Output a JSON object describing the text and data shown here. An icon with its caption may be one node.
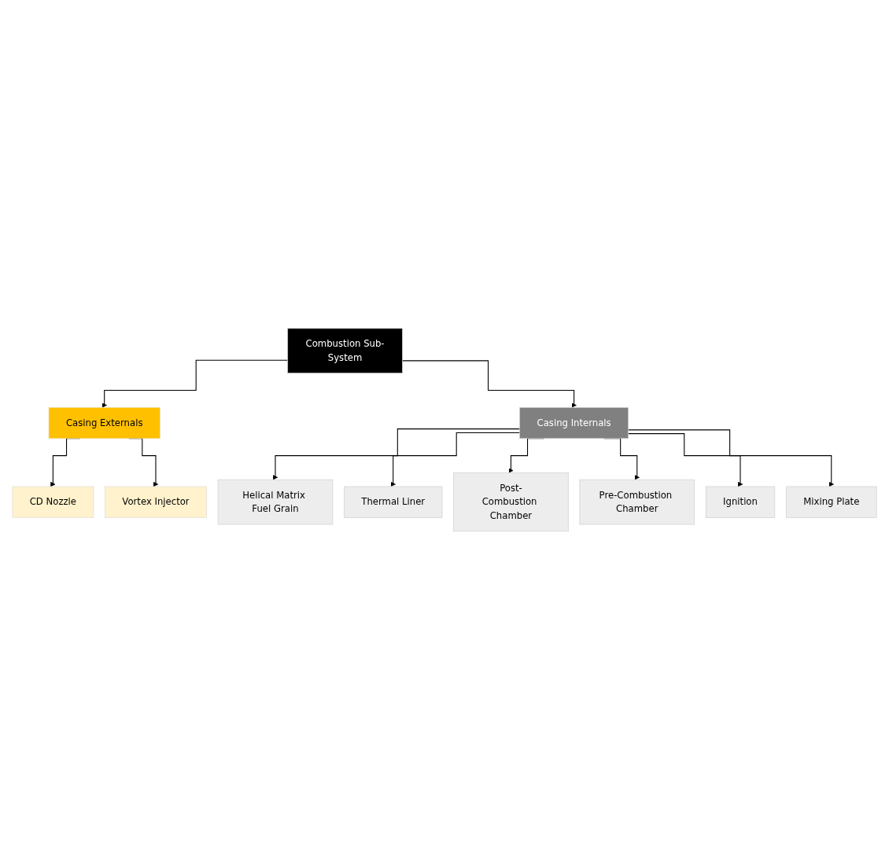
{
  "diagram": {
    "nodes": [
      {
        "text": [
          "Combustion Sub-System"
        ]
      },
      {
        "text": [
          "Casing Externals"
        ]
      },
      {
        "text": [
          "Casing Internals"
        ]
      },
      {
        "text": [
          "CD Nozzle"
        ]
      },
      {
        "text": [
          "Vortex Injector"
        ]
      },
      {
        "text": [
          "Helical Matrix Fuel Grain"
        ]
      },
      {
        "text": [
          "Thermal Liner"
        ]
      },
      {
        "text": [
          "Post-Combustion Chamber"
        ]
      },
      {
        "text": [
          "Pre-Combustion Chamber"
        ]
      },
      {
        "text": [
          "Ignition"
        ]
      },
      {
        "text": [
          "Mixing Plate"
        ]
      }
    ],
    "edges": [
      {
        "from": 0,
        "to": 1,
        "arrow": "to"
      },
      {
        "from": 0,
        "to": 2,
        "arrow": "to"
      },
      {
        "from": 1,
        "to": 3,
        "arrow": "to"
      },
      {
        "from": 1,
        "to": 4,
        "arrow": "to"
      },
      {
        "from": 2,
        "to": 5,
        "arrow": "to"
      },
      {
        "from": 2,
        "to": 6,
        "arrow": "to"
      },
      {
        "from": 2,
        "to": 7,
        "arrow": "to"
      },
      {
        "from": 2,
        "to": 8,
        "arrow": "to"
      },
      {
        "from": 2,
        "to": 9,
        "arrow": "to"
      },
      {
        "from": 2,
        "to": 10,
        "arrow": "to"
      }
    ]
  }
}
